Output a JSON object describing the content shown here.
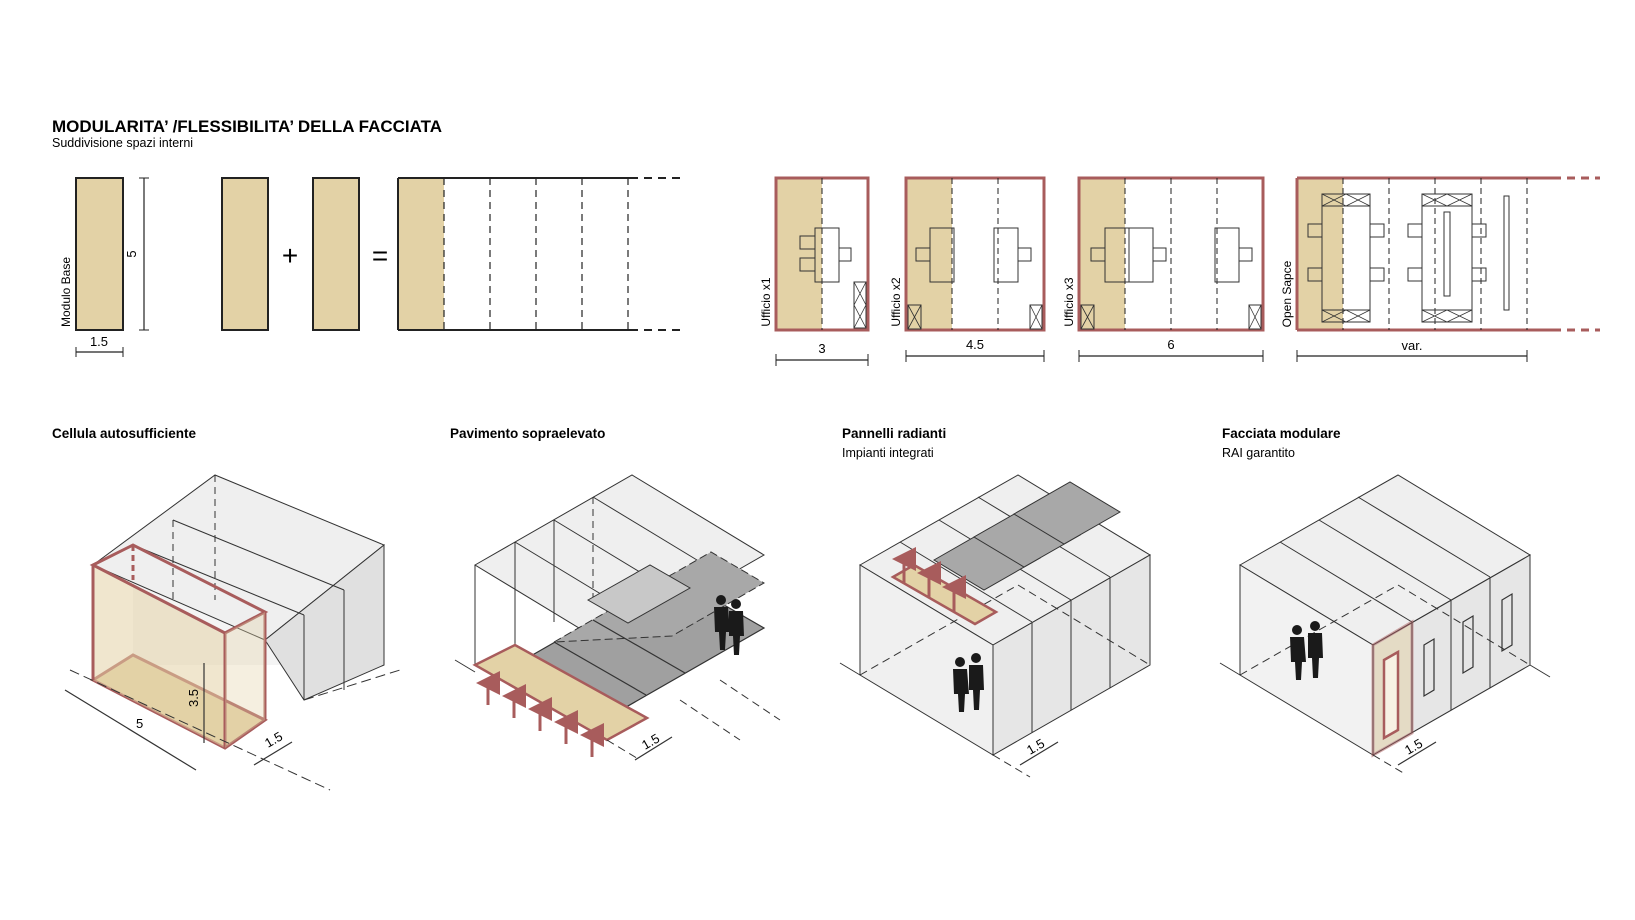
{
  "header": {
    "title": "MODULARITA’ /FLESSIBILITA’ DELLA FACCIATA",
    "subtitle": "Suddivisione spazi interni"
  },
  "module": {
    "label": "Modulo Base",
    "height": "5",
    "width": "1.5",
    "plus": "+",
    "equals": "="
  },
  "plans": [
    {
      "label": "Ufficio x1",
      "width": "3"
    },
    {
      "label": "Ufficio x2",
      "width": "4.5"
    },
    {
      "label": "Ufficio x3",
      "width": "6"
    },
    {
      "label": "Open Sapce",
      "width": "var."
    }
  ],
  "isometrics": [
    {
      "title": "Cellula autosufficiente",
      "subtitle": "",
      "dims": [
        "5",
        "3.5",
        "1.5"
      ]
    },
    {
      "title": "Pavimento sopraelevato",
      "subtitle": "",
      "dims": [
        "1.5"
      ]
    },
    {
      "title": "Pannelli radianti",
      "subtitle": "Impianti integrati",
      "dims": [
        "1.5"
      ]
    },
    {
      "title": "Facciata modulare",
      "subtitle": "RAI garantito",
      "dims": [
        "1.5"
      ]
    }
  ],
  "colors": {
    "accent": "#a85c5c",
    "fill": "#e3d2a6",
    "glass": "#e6e6e6",
    "dark": "#9a9a9a"
  }
}
